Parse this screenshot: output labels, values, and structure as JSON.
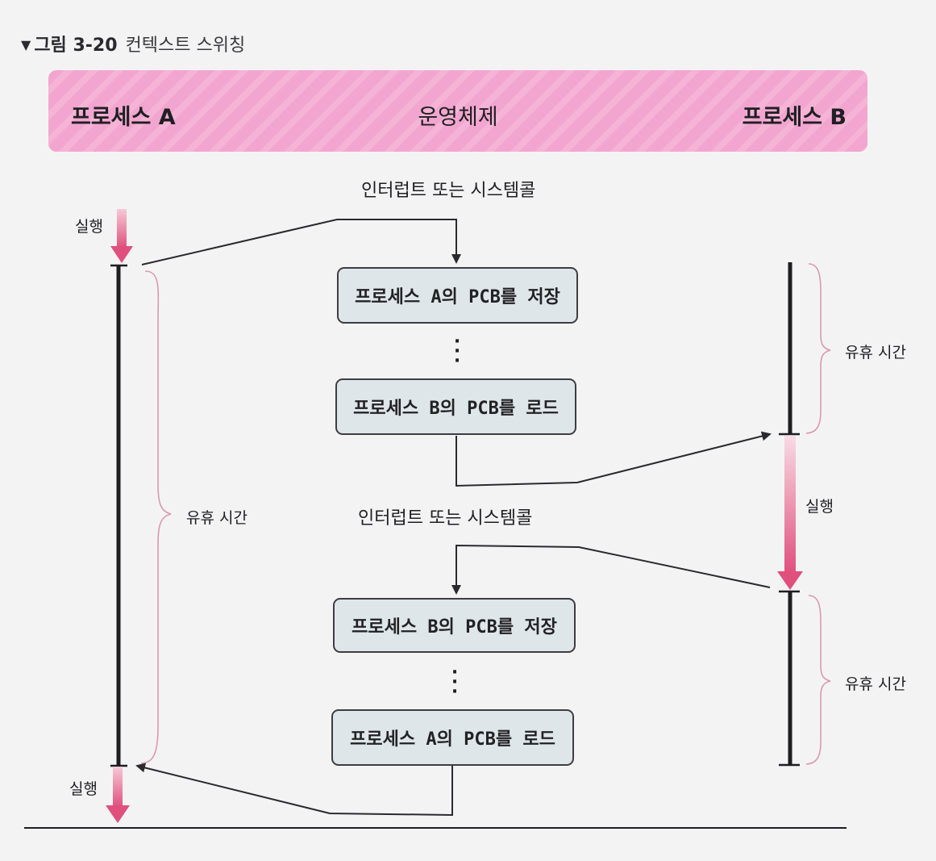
{
  "caption": {
    "marker": "▼",
    "number": "그림 3-20",
    "title": "컨텍스트 스위칭"
  },
  "header": {
    "process_a": "프로세스 A",
    "os": "운영체제",
    "process_b": "프로세스 B"
  },
  "steps": {
    "save_a": "프로세스 A의 PCB를 저장",
    "load_b": "프로세스 B의 PCB를 로드",
    "save_b": "프로세스 B의 PCB를 저장",
    "load_a": "프로세스 A의 PCB를 로드"
  },
  "labels": {
    "trigger_top": "인터럽트 또는 시스템콜",
    "trigger_mid": "인터럽트 또는 시스템콜",
    "run_a_top": "실행",
    "run_a_bottom": "실행",
    "run_b": "실행",
    "idle_a": "유휴 시간",
    "idle_b_top": "유휴 시간",
    "idle_b_bottom": "유휴 시간"
  },
  "colors": {
    "run_arrow": "#e0507d",
    "run_arrow_light": "#f6c9d8",
    "brace": "#d89aae",
    "banner": "#f3abd2",
    "box_fill": "#dfe6ea"
  }
}
